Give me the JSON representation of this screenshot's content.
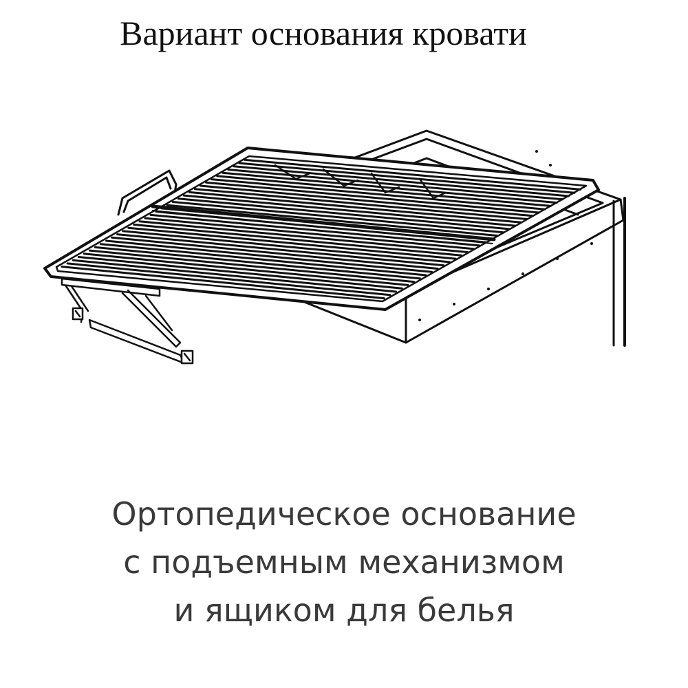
{
  "title": "Вариант основания кровати",
  "caption": {
    "line1": "Ортопедическое основание",
    "line2": "с подъемным механизмом",
    "line3": "и ящиком для белья"
  },
  "colors": {
    "line": "#111111",
    "text": "#3a3a3a",
    "background": "#ffffff"
  }
}
